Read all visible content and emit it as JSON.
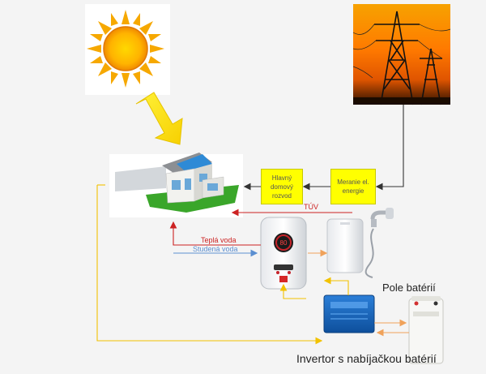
{
  "boxes": {
    "main_panel": "Hlavný domový rozvod",
    "meter": "Meranie el. energie"
  },
  "labels": {
    "tuv": "TÚV",
    "hot_water": "Teplá voda",
    "cold_water": "Studená voda",
    "battery_bank": "Pole batérií",
    "inverter": "Invertor s nabíjačkou batérií"
  },
  "colors": {
    "dark_line": "#333333",
    "red_line": "#cc2222",
    "blue_line": "#5b8fd1",
    "yellow_line": "#f2c200",
    "orange_line": "#f0a25a",
    "box_fill": "#ffff00"
  },
  "icons": [
    "sun-icon",
    "sun-arrow",
    "power-lines-icon",
    "house-icon",
    "water-heater-icon",
    "boiler-tank-icon",
    "faucet-icon",
    "inverter-icon",
    "battery-icon"
  ]
}
